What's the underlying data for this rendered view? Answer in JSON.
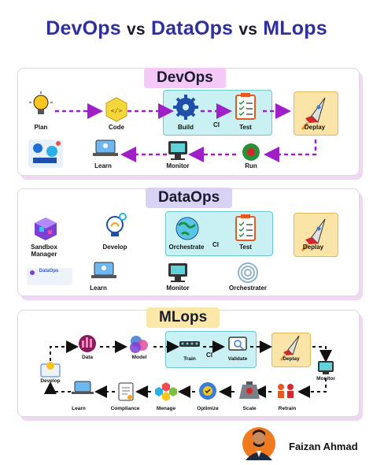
{
  "header": {
    "part1": "DevOps",
    "vs1": "vs",
    "part2": "DataOps",
    "vs2": "vs",
    "part3": "MLops"
  },
  "devops": {
    "title": "DevOps",
    "labels": {
      "plan": "Plan",
      "code": "Code",
      "build": "Build",
      "ci": "CI",
      "test": "Test",
      "deploy": "Deplay",
      "learn": "Learn",
      "monitor": "Monitor",
      "run": "Run"
    },
    "logo_text": "",
    "colors": {
      "arrow": "#a020c8",
      "pill": "#f5c9f7"
    }
  },
  "dataops": {
    "title": "DataOps",
    "labels": {
      "sandbox": "Sandbox\nManager",
      "develop": "Develop",
      "orchestrate": "Orchestrate",
      "ci": "CI",
      "test": "Test",
      "deploy": "Deplay",
      "learn": "Learn",
      "monitor": "Monitor",
      "orchestrater": "Orchestrater"
    },
    "logo_text": "DataOps",
    "colors": {
      "arrow": "#c8261d",
      "pill": "#d8d2f5"
    }
  },
  "mlops": {
    "title": "MLops",
    "labels": {
      "data": "Data",
      "model": "Model",
      "train": "Train",
      "ci": "CI",
      "validate": "Validate",
      "deploy": "Deplay",
      "monitor": "Monitor",
      "develop": "Develop",
      "learn": "Learn",
      "compliance": "Compliance",
      "menage": "Menage",
      "optimize": "Optimize",
      "scale": "Scale",
      "retrain": "Retrain"
    },
    "colors": {
      "arrow": "#111111",
      "pill": "#fbe7a8"
    }
  },
  "author": {
    "name": "Faizan Ahmad"
  }
}
